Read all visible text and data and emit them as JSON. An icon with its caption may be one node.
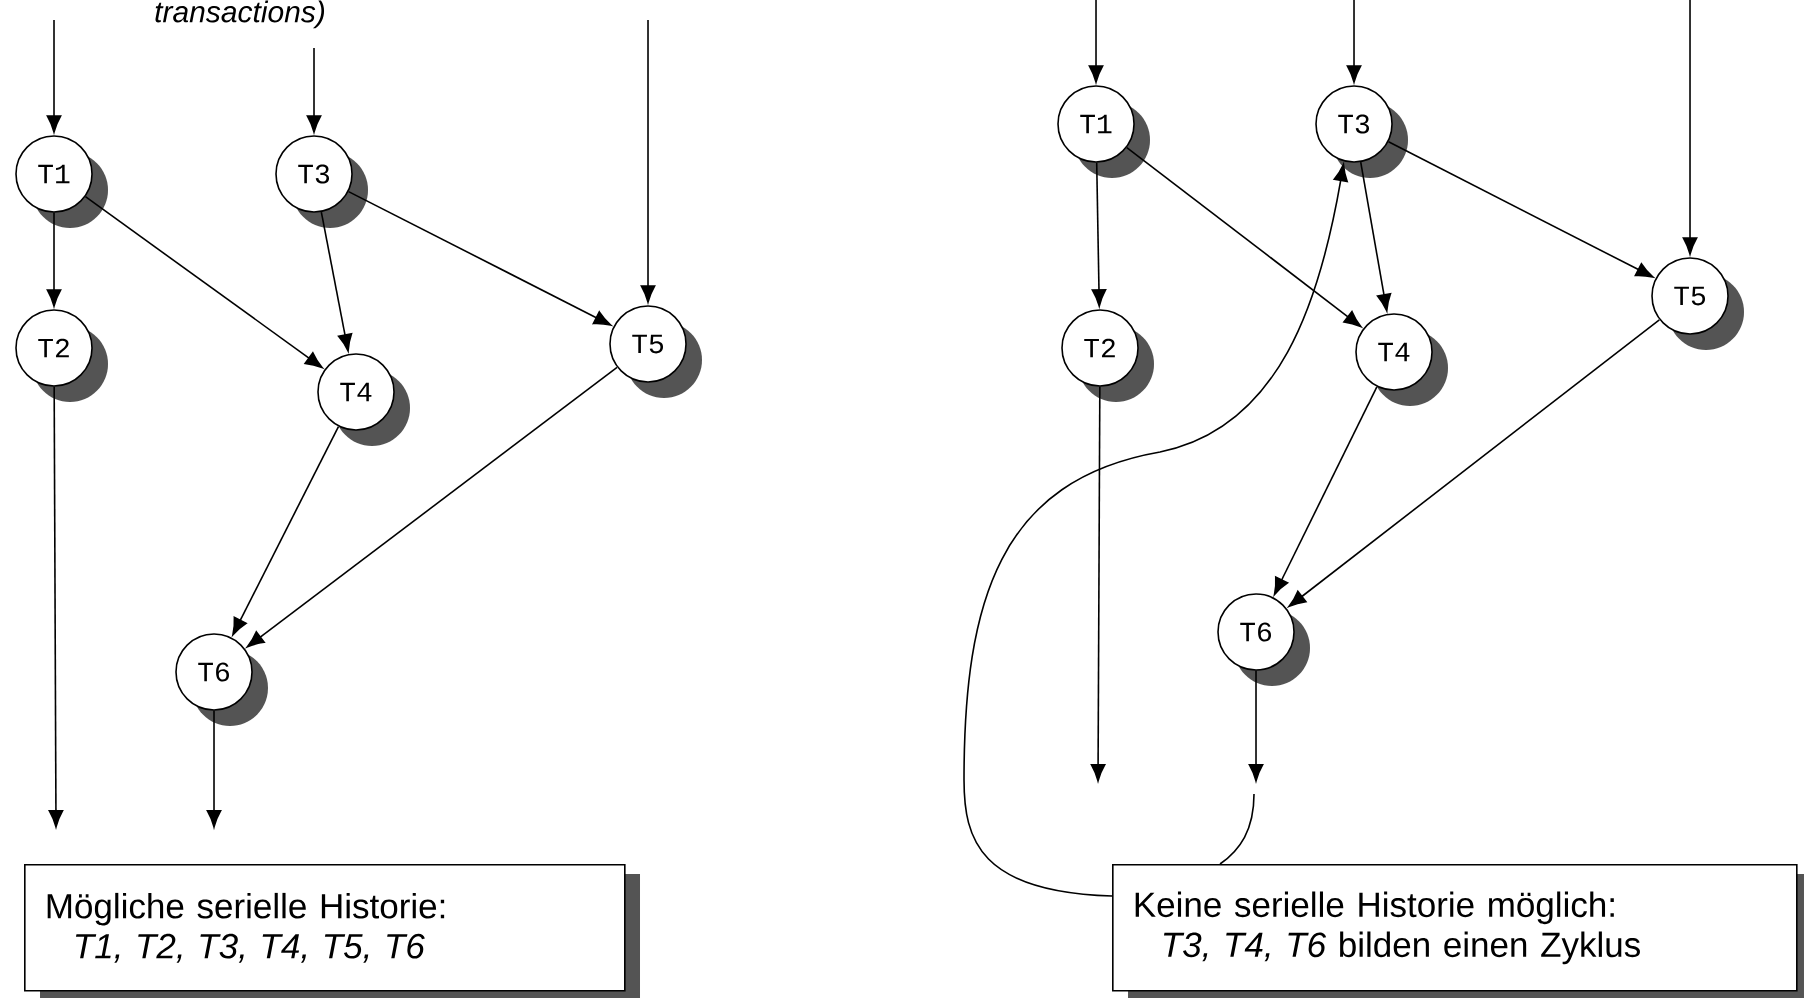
{
  "diagram": {
    "nodes": [
      {
        "text": [
          "T1"
        ]
      },
      {
        "text": [
          "T2"
        ]
      },
      {
        "text": [
          "T3"
        ]
      },
      {
        "text": [
          "T4"
        ]
      },
      {
        "text": [
          "T5"
        ]
      },
      {
        "text": [
          "T6"
        ]
      },
      {
        "text": [
          "Mögliche serielle Historie:",
          "T1, T2, T3, T4, T5, T6"
        ]
      },
      {
        "text": [
          "T1"
        ]
      },
      {
        "text": [
          "T2"
        ]
      },
      {
        "text": [
          "T3"
        ]
      },
      {
        "text": [
          "T4"
        ]
      },
      {
        "text": [
          "T5"
        ]
      },
      {
        "text": [
          "T6"
        ]
      },
      {
        "text": [
          "Keine serielle Historie möglich:",
          "*T3, T4, T6* bilden einen Zyklus"
        ]
      }
    ],
    "edges": [
      {
        "from": null,
        "to": 0,
        "arrow": "to"
      },
      {
        "from": null,
        "to": 2,
        "arrow": "to"
      },
      {
        "from": null,
        "to": 4,
        "arrow": "to"
      },
      {
        "from": 0,
        "to": 1,
        "arrow": "to"
      },
      {
        "from": 0,
        "to": 3,
        "arrow": "to"
      },
      {
        "from": 2,
        "to": 3,
        "arrow": "to"
      },
      {
        "from": 2,
        "to": 4,
        "arrow": "to"
      },
      {
        "from": 3,
        "to": 5,
        "arrow": "to"
      },
      {
        "from": 4,
        "to": 5,
        "arrow": "to"
      },
      {
        "from": 1,
        "to": null,
        "arrow": "to"
      },
      {
        "from": 5,
        "to": null,
        "arrow": "to"
      },
      {
        "from": null,
        "to": 7,
        "arrow": "to"
      },
      {
        "from": null,
        "to": 9,
        "arrow": "to"
      },
      {
        "from": null,
        "to": 11,
        "arrow": "to"
      },
      {
        "from": 7,
        "to": 8,
        "arrow": "to"
      },
      {
        "from": 7,
        "to": 10,
        "arrow": "to"
      },
      {
        "from": 9,
        "to": 10,
        "arrow": "to"
      },
      {
        "from": 9,
        "to": 11,
        "arrow": "to"
      },
      {
        "from": 10,
        "to": 12,
        "arrow": "to"
      },
      {
        "from": 11,
        "to": 12,
        "arrow": "to"
      },
      {
        "from": 8,
        "to": null,
        "arrow": "to"
      },
      {
        "from": 12,
        "to": null,
        "arrow": "to"
      },
      {
        "from": 13,
        "to": 9,
        "arrow": "to"
      }
    ],
    "labels": [
      "transactions)"
    ]
  }
}
